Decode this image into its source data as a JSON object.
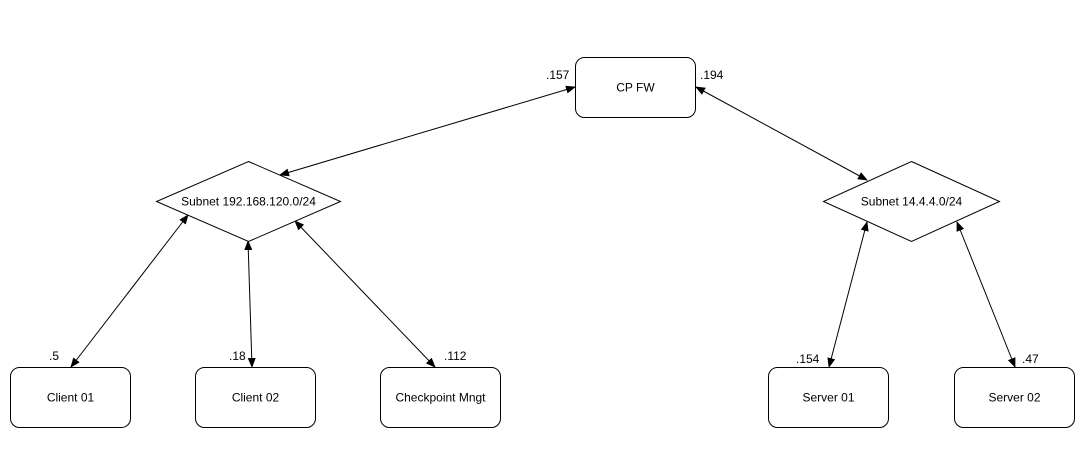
{
  "nodes": {
    "cp_fw": {
      "label": "CP FW"
    },
    "subnet_left": {
      "label": "Subnet 192.168.120.0/24"
    },
    "subnet_right": {
      "label": "Subnet 14.4.4.0/24"
    },
    "client01": {
      "label": "Client 01"
    },
    "client02": {
      "label": "Client 02"
    },
    "checkpoint_mgmt": {
      "label": "Checkpoint Mngt"
    },
    "server01": {
      "label": "Server 01"
    },
    "server02": {
      "label": "Server 02"
    }
  },
  "ip_labels": {
    "fw_left": ".157",
    "fw_right": ".194",
    "client01": ".5",
    "client02": ".18",
    "checkpoint_mgmt": ".112",
    "server01": ".154",
    "server02": ".47"
  },
  "edges": [
    {
      "from": "cp_fw",
      "to": "subnet_left",
      "direction": "both"
    },
    {
      "from": "cp_fw",
      "to": "subnet_right",
      "direction": "both"
    },
    {
      "from": "subnet_left",
      "to": "client01",
      "direction": "both"
    },
    {
      "from": "subnet_left",
      "to": "client02",
      "direction": "both"
    },
    {
      "from": "subnet_left",
      "to": "checkpoint_mgmt",
      "direction": "both"
    },
    {
      "from": "subnet_right",
      "to": "server01",
      "direction": "both"
    },
    {
      "from": "subnet_right",
      "to": "server02",
      "direction": "both"
    }
  ],
  "colors": {
    "stroke": "#000000",
    "fill": "#ffffff",
    "background": "#ffffff"
  }
}
